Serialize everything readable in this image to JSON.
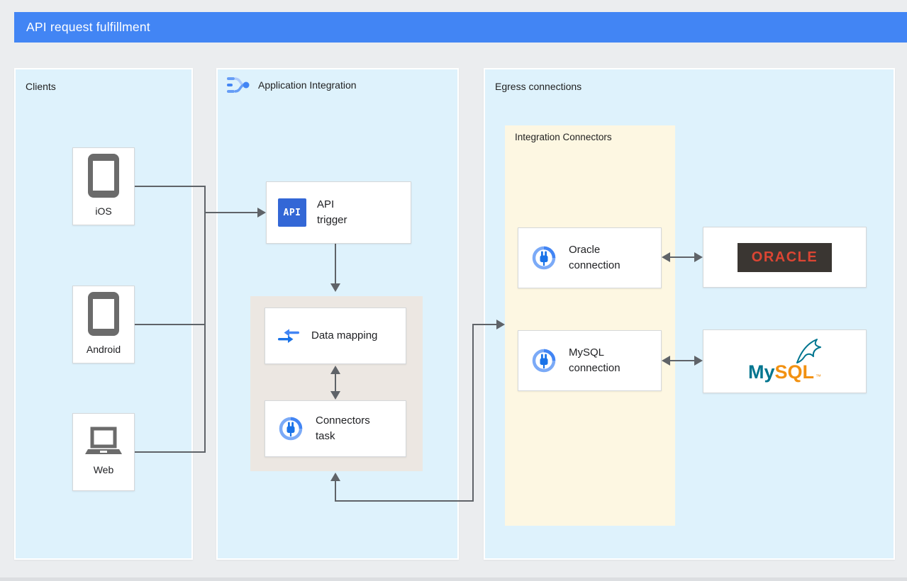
{
  "header": {
    "title": "API request fulfillment"
  },
  "panels": {
    "clients": {
      "label": "Clients"
    },
    "integration": {
      "label": "Application Integration"
    },
    "egress": {
      "label": "Egress connections"
    }
  },
  "clients": {
    "ios": {
      "label": "iOS"
    },
    "android": {
      "label": "Android"
    },
    "web": {
      "label": "Web"
    }
  },
  "integration": {
    "api_trigger": {
      "icon_text": "API",
      "label": "API trigger"
    },
    "data_mapping": {
      "label": "Data mapping"
    },
    "connectors_task": {
      "label": "Connectors task"
    }
  },
  "egress": {
    "group_label": "Integration Connectors",
    "oracle_connection": {
      "label": "Oracle connection"
    },
    "mysql_connection": {
      "label": "MySQL connection"
    },
    "oracle_logo": {
      "text": "ORACLE"
    },
    "mysql_logo": {
      "my": "My",
      "sql": "SQL",
      "tm": "™"
    }
  },
  "colors": {
    "header_blue": "#4285f4",
    "panel_blue": "#def2fc",
    "connectors_yellow": "#fdf7e2",
    "group_gray": "#ece7e2",
    "line_gray": "#5f6368",
    "icon_blue": "#3367d6",
    "oracle_red": "#dc4533",
    "oracle_dark": "#3a3632",
    "mysql_teal": "#00758f",
    "mysql_orange": "#f29111"
  }
}
